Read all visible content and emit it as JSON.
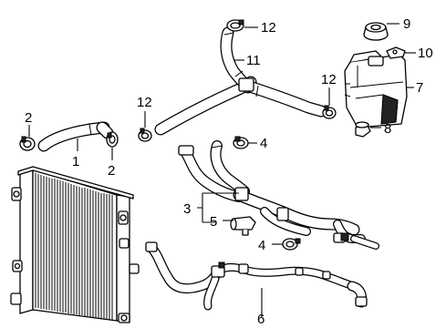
{
  "callouts": {
    "c1": "1",
    "c2a": "2",
    "c2b": "2",
    "c3": "3",
    "c4a": "4",
    "c4b": "4",
    "c5": "5",
    "c6": "6",
    "c7": "7",
    "c8": "8",
    "c9": "9",
    "c10": "10",
    "c11": "11",
    "c12a": "12",
    "c12b": "12",
    "c12c": "12"
  },
  "colors": {
    "line": "#000000",
    "background": "#ffffff"
  }
}
